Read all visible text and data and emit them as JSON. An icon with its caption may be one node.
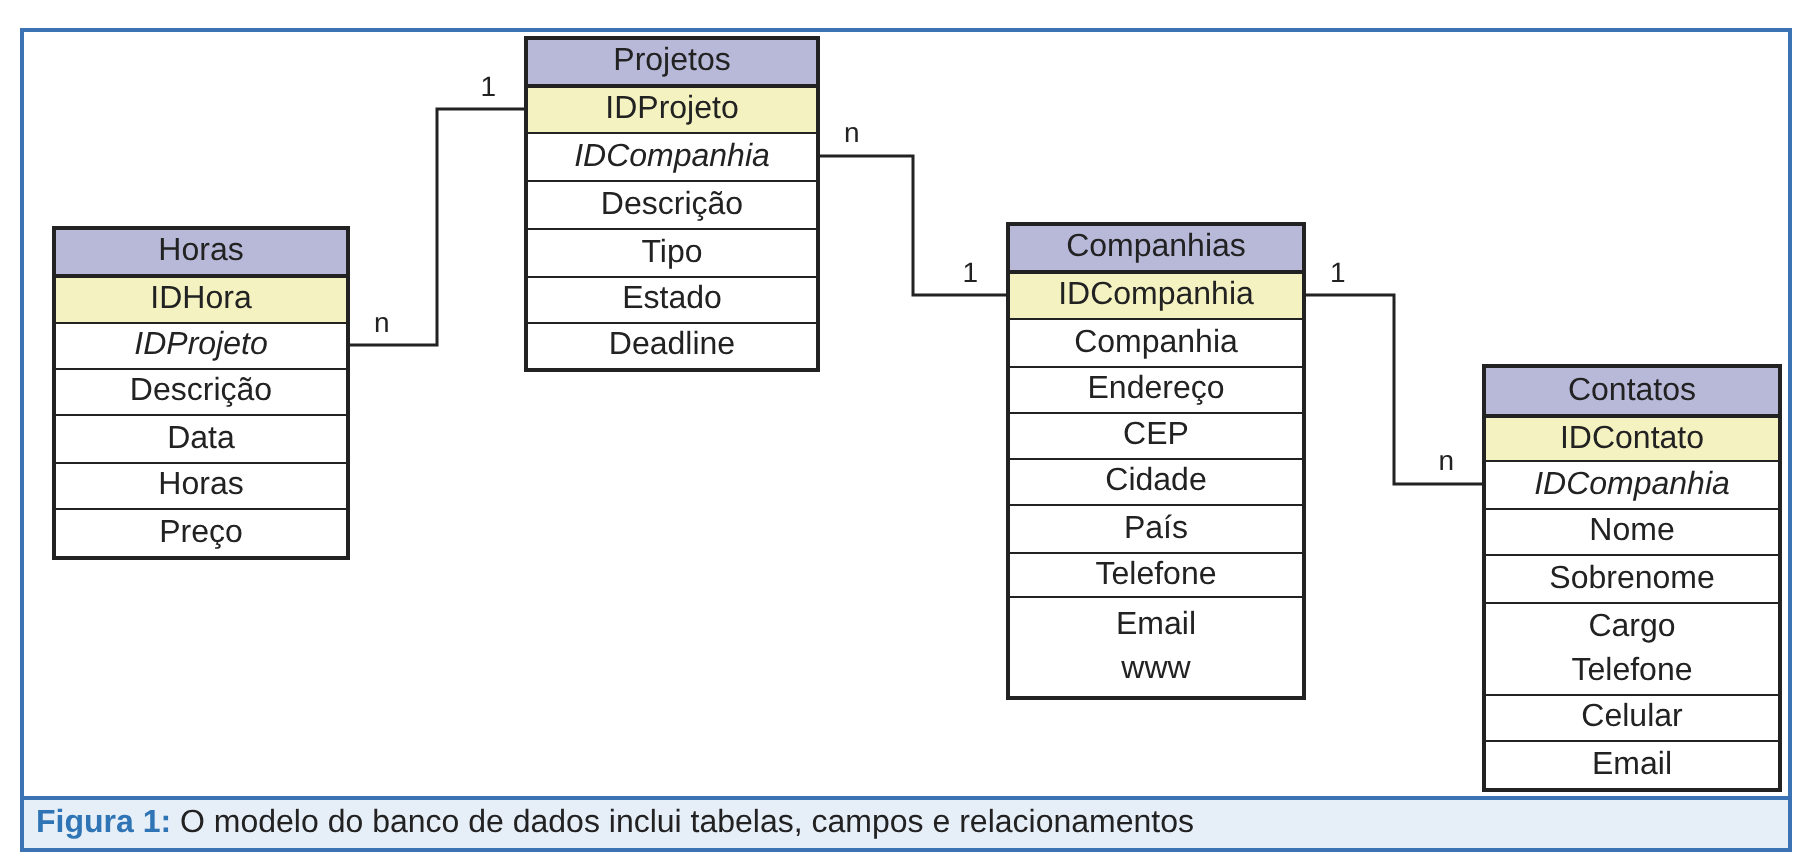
{
  "diagram": {
    "caption": "**Figura 1:** O modelo do banco de dados inclui tabelas, campos e relacionamentos",
    "nodes": [
      {
        "text": [
          "Horas"
        ]
      },
      {
        "text": [
          "IDHora"
        ],
        "in": 0
      },
      {
        "text": [
          "IDProjeto"
        ],
        "in": 0,
        "beside": [
          "n"
        ]
      },
      {
        "text": [
          "Descrição"
        ],
        "in": 0
      },
      {
        "text": [
          "Data"
        ],
        "in": 0
      },
      {
        "text": [
          "Horas"
        ],
        "in": 0
      },
      {
        "text": [
          "Preço"
        ],
        "in": 0
      },
      {
        "text": [
          "Projetos"
        ]
      },
      {
        "text": [
          "IDProjeto"
        ],
        "in": 7,
        "beside": [
          "1"
        ]
      },
      {
        "text": [
          "IDCompanhia"
        ],
        "in": 7,
        "beside": [
          "n"
        ]
      },
      {
        "text": [
          "Descrição"
        ],
        "in": 7
      },
      {
        "text": [
          "Tipo"
        ],
        "in": 7
      },
      {
        "text": [
          "Estado"
        ],
        "in": 7
      },
      {
        "text": [
          "Deadline"
        ],
        "in": 7
      },
      {
        "text": [
          "Companhias"
        ]
      },
      {
        "text": [
          "IDCompanhia"
        ],
        "in": 14,
        "beside": [
          "1",
          "1"
        ]
      },
      {
        "text": [
          "Companhia"
        ],
        "in": 14
      },
      {
        "text": [
          "Endereço"
        ],
        "in": 14
      },
      {
        "text": [
          "CEP"
        ],
        "in": 14
      },
      {
        "text": [
          "Cidade"
        ],
        "in": 14
      },
      {
        "text": [
          "País"
        ],
        "in": 14
      },
      {
        "text": [
          "Telefone"
        ],
        "in": 14
      },
      {
        "text": [
          "Email",
          "www"
        ],
        "in": 14
      },
      {
        "text": [
          "Contatos"
        ]
      },
      {
        "text": [
          "IDContato"
        ],
        "in": 23
      },
      {
        "text": [
          "IDCompanhia"
        ],
        "in": 23,
        "beside": [
          "n"
        ]
      },
      {
        "text": [
          "Nome"
        ],
        "in": 23
      },
      {
        "text": [
          "Sobrenome"
        ],
        "in": 23
      },
      {
        "text": [
          "Cargo",
          "Telefone"
        ],
        "in": 23
      },
      {
        "text": [
          "Celular"
        ],
        "in": 23
      },
      {
        "text": [
          "Email"
        ],
        "in": 23
      }
    ],
    "edges": [
      {
        "from": 2,
        "to": 8,
        "arrow": "none"
      },
      {
        "from": 9,
        "to": 15,
        "arrow": "none"
      },
      {
        "from": 15,
        "to": 25,
        "arrow": "none"
      }
    ]
  }
}
